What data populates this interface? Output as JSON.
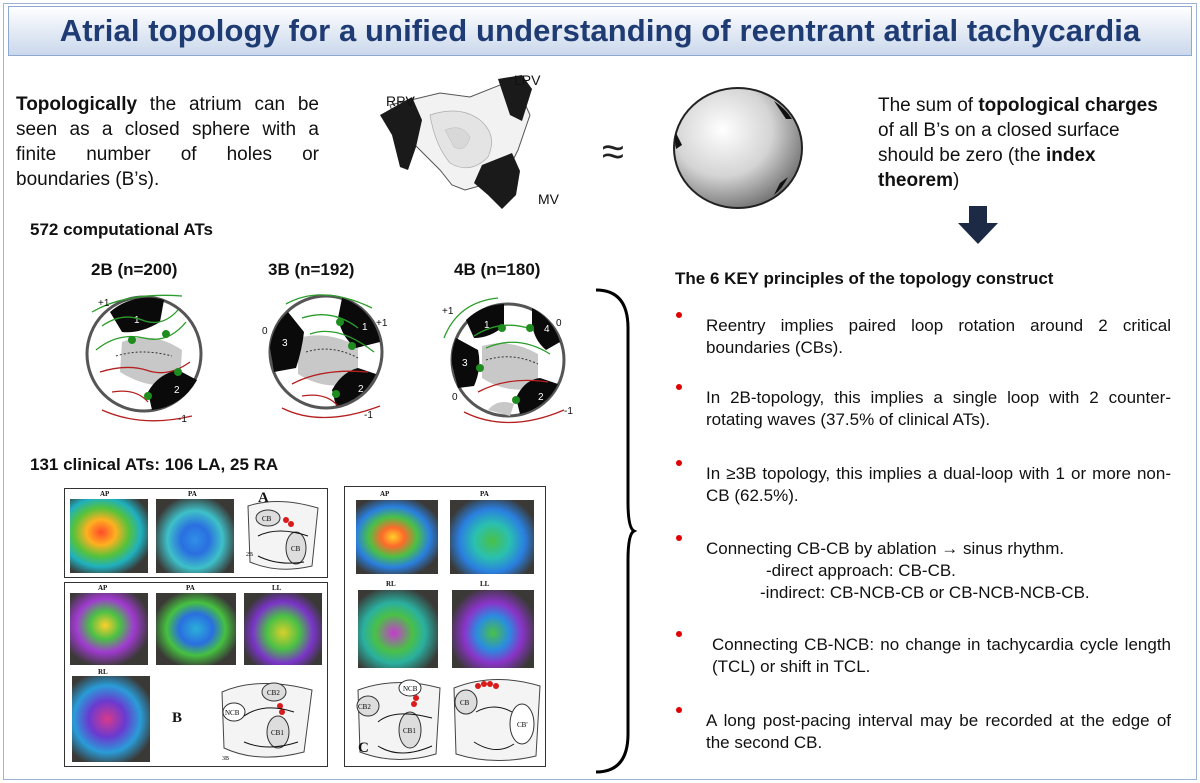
{
  "title": "Atrial topology for a unified understanding of reentrant atrial tachycardia",
  "intro": {
    "bold_lead": "Topologically",
    "rest": " the atrium can be seen as a closed sphere with a finite number of holes or boundaries (B’s)."
  },
  "atrium_labels": {
    "rpv": "RPV",
    "lpv": "LPV",
    "mv": "MV"
  },
  "approx_symbol": "≈",
  "index_text": {
    "part1": "The sum of ",
    "bold1": "topological charges",
    "part2": " of all B’s on a closed surface should be zero (the ",
    "bold2": "index theorem",
    "part3": ")"
  },
  "computational_heading": "572 computational ATs",
  "topologies": [
    {
      "label": "2B (n=200)"
    },
    {
      "label": "3B (n=192)"
    },
    {
      "label": "4B (n=180)"
    }
  ],
  "charges": {
    "plus": "+1",
    "minus": "-1",
    "zero": "0"
  },
  "boundary_numbers": [
    "1",
    "2",
    "3",
    "4"
  ],
  "clinical_heading": "131 clinical ATs: 106 LA, 25 RA",
  "clinical_panels": {
    "A": {
      "letter": "A",
      "views": [
        "AP",
        "PA"
      ],
      "tags": [
        "CB",
        "CB",
        "2B"
      ]
    },
    "B": {
      "letter": "B",
      "views": [
        "AP",
        "PA",
        "LL",
        "RL"
      ],
      "tags": [
        "CB2",
        "NCB",
        "CB1",
        "3B"
      ]
    },
    "C": {
      "letter": "C",
      "views": [
        "AP",
        "PA",
        "RL",
        "LL"
      ],
      "tags": [
        "CB2",
        "NCB",
        "CB1",
        "CB",
        "CB'"
      ]
    }
  },
  "key_heading": "The 6 KEY principles of the topology construct",
  "principles": [
    {
      "text": "Reentry implies paired loop rotation around 2 critical boundaries (CBs)."
    },
    {
      "text": "In 2B-topology, this implies a single loop with 2 counter-rotating waves (37.5% of clinical ATs)."
    },
    {
      "text": "In ≥3B topology, this implies a dual-loop with 1 or more non-CB (62.5%)."
    },
    {
      "text": "Connecting CB-CB by ablation → sinus rhythm.",
      "sub1": "-direct approach: CB-CB.",
      "sub2": "-indirect: CB-NCB-CB or CB-NCB-NCB-CB."
    },
    {
      "text": "Connecting CB-NCB: no change in tachycardia cycle length (TCL) or shift in TCL."
    },
    {
      "text": "A long post-pacing interval may be recorded at the edge of the second CB."
    }
  ],
  "colors": {
    "title": "#1f3b73",
    "bullet": "#e00000",
    "green": "#2a9d2a",
    "red": "#b51f1f",
    "arrow": "#1c2a45"
  }
}
